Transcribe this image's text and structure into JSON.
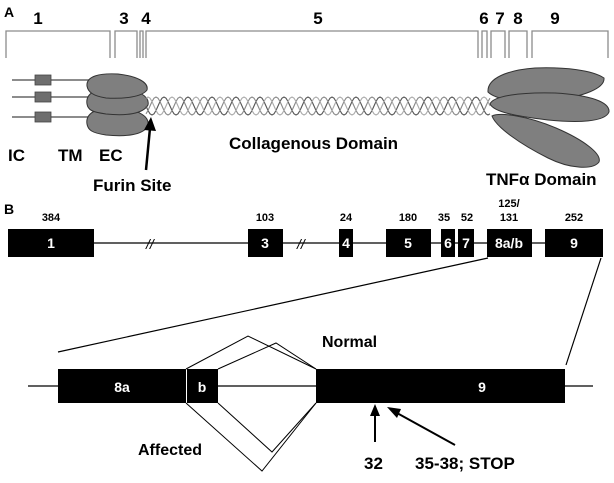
{
  "panel_a": {
    "label": "A",
    "domain_numbers": [
      "1",
      "3",
      "4",
      "5",
      "6",
      "7",
      "8",
      "9"
    ],
    "region_labels": {
      "ic": "IC",
      "tm": "TM",
      "ec": "EC"
    },
    "furin_label": "Furin Site",
    "collagen_label": "Collagenous Domain",
    "tnf_label": "TNFα Domain"
  },
  "panel_b": {
    "label": "B",
    "exons": [
      {
        "name": "1",
        "size": "384"
      },
      {
        "name": "3",
        "size": "103"
      },
      {
        "name": "4",
        "size": "24"
      },
      {
        "name": "5",
        "size": "180"
      },
      {
        "name": "6",
        "size": "35"
      },
      {
        "name": "7",
        "size": "52"
      },
      {
        "name": "8a/b",
        "size": "125/",
        "size2": "131"
      },
      {
        "name": "9",
        "size": "252"
      }
    ],
    "break_mark": "//",
    "detail": {
      "exon_8a": "8a",
      "exon_b": "b",
      "exon_9": "9",
      "normal_label": "Normal",
      "affected_label": "Affected",
      "mutation_1": "32",
      "mutation_2": "35-38; STOP"
    }
  },
  "colors": {
    "exon": "#000000",
    "domain_fill": "#7f7f7f",
    "tm_box": "#6e6e6e",
    "bracket": "#8c8c8c"
  }
}
